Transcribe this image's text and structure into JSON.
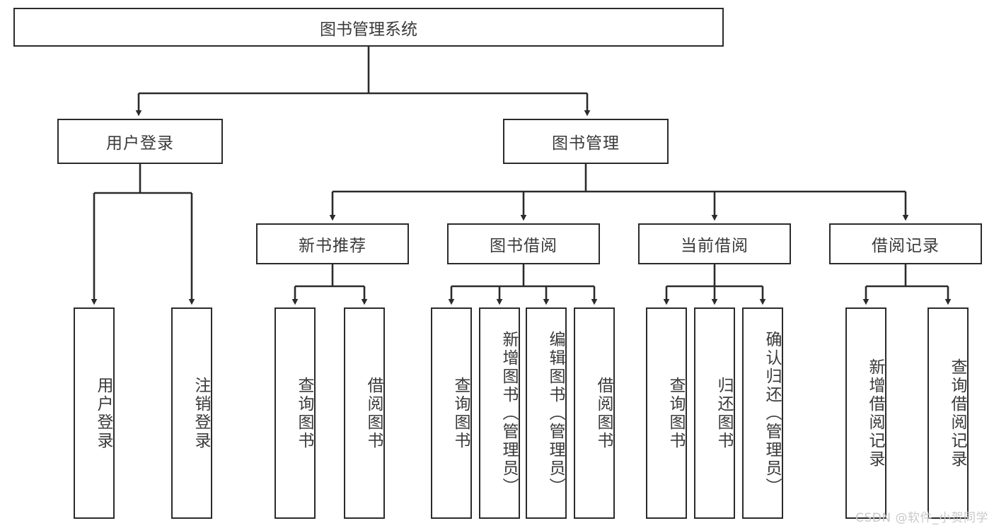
{
  "diagram": {
    "title": "图书管理系统",
    "type": "tree-hierarchy-chart",
    "orientation": "top-down",
    "watermark": "CSDN @软件_小贺同学",
    "colors": {
      "box_stroke": "#2b2b2b",
      "box_fill": "#ffffff",
      "connector": "#2b2b2b",
      "text": "#3a3a3a",
      "watermark": "#c9c9c9",
      "background": "#ffffff"
    },
    "root": {
      "label": "图书管理系统"
    },
    "level2": [
      {
        "label": "用户登录"
      },
      {
        "label": "图书管理"
      }
    ],
    "level3": [
      {
        "label": "新书推荐"
      },
      {
        "label": "图书借阅"
      },
      {
        "label": "当前借阅"
      },
      {
        "label": "借阅记录"
      }
    ],
    "leaves": {
      "user_login": [
        {
          "label": "用户登录"
        },
        {
          "label": "注销登录"
        }
      ],
      "new_book_recommend": [
        {
          "label": "查询图书"
        },
        {
          "label": "借阅图书"
        }
      ],
      "book_borrow": [
        {
          "label": "查询图书"
        },
        {
          "label": "新增图书（管理员）"
        },
        {
          "label": "编辑图书（管理员）"
        },
        {
          "label": "借阅图书"
        }
      ],
      "current_borrow": [
        {
          "label": "查询图书"
        },
        {
          "label": "归还图书"
        },
        {
          "label": "确认归还（管理员）"
        }
      ],
      "borrow_record": [
        {
          "label": "新增借阅记录"
        },
        {
          "label": "查询借阅记录"
        }
      ]
    }
  }
}
